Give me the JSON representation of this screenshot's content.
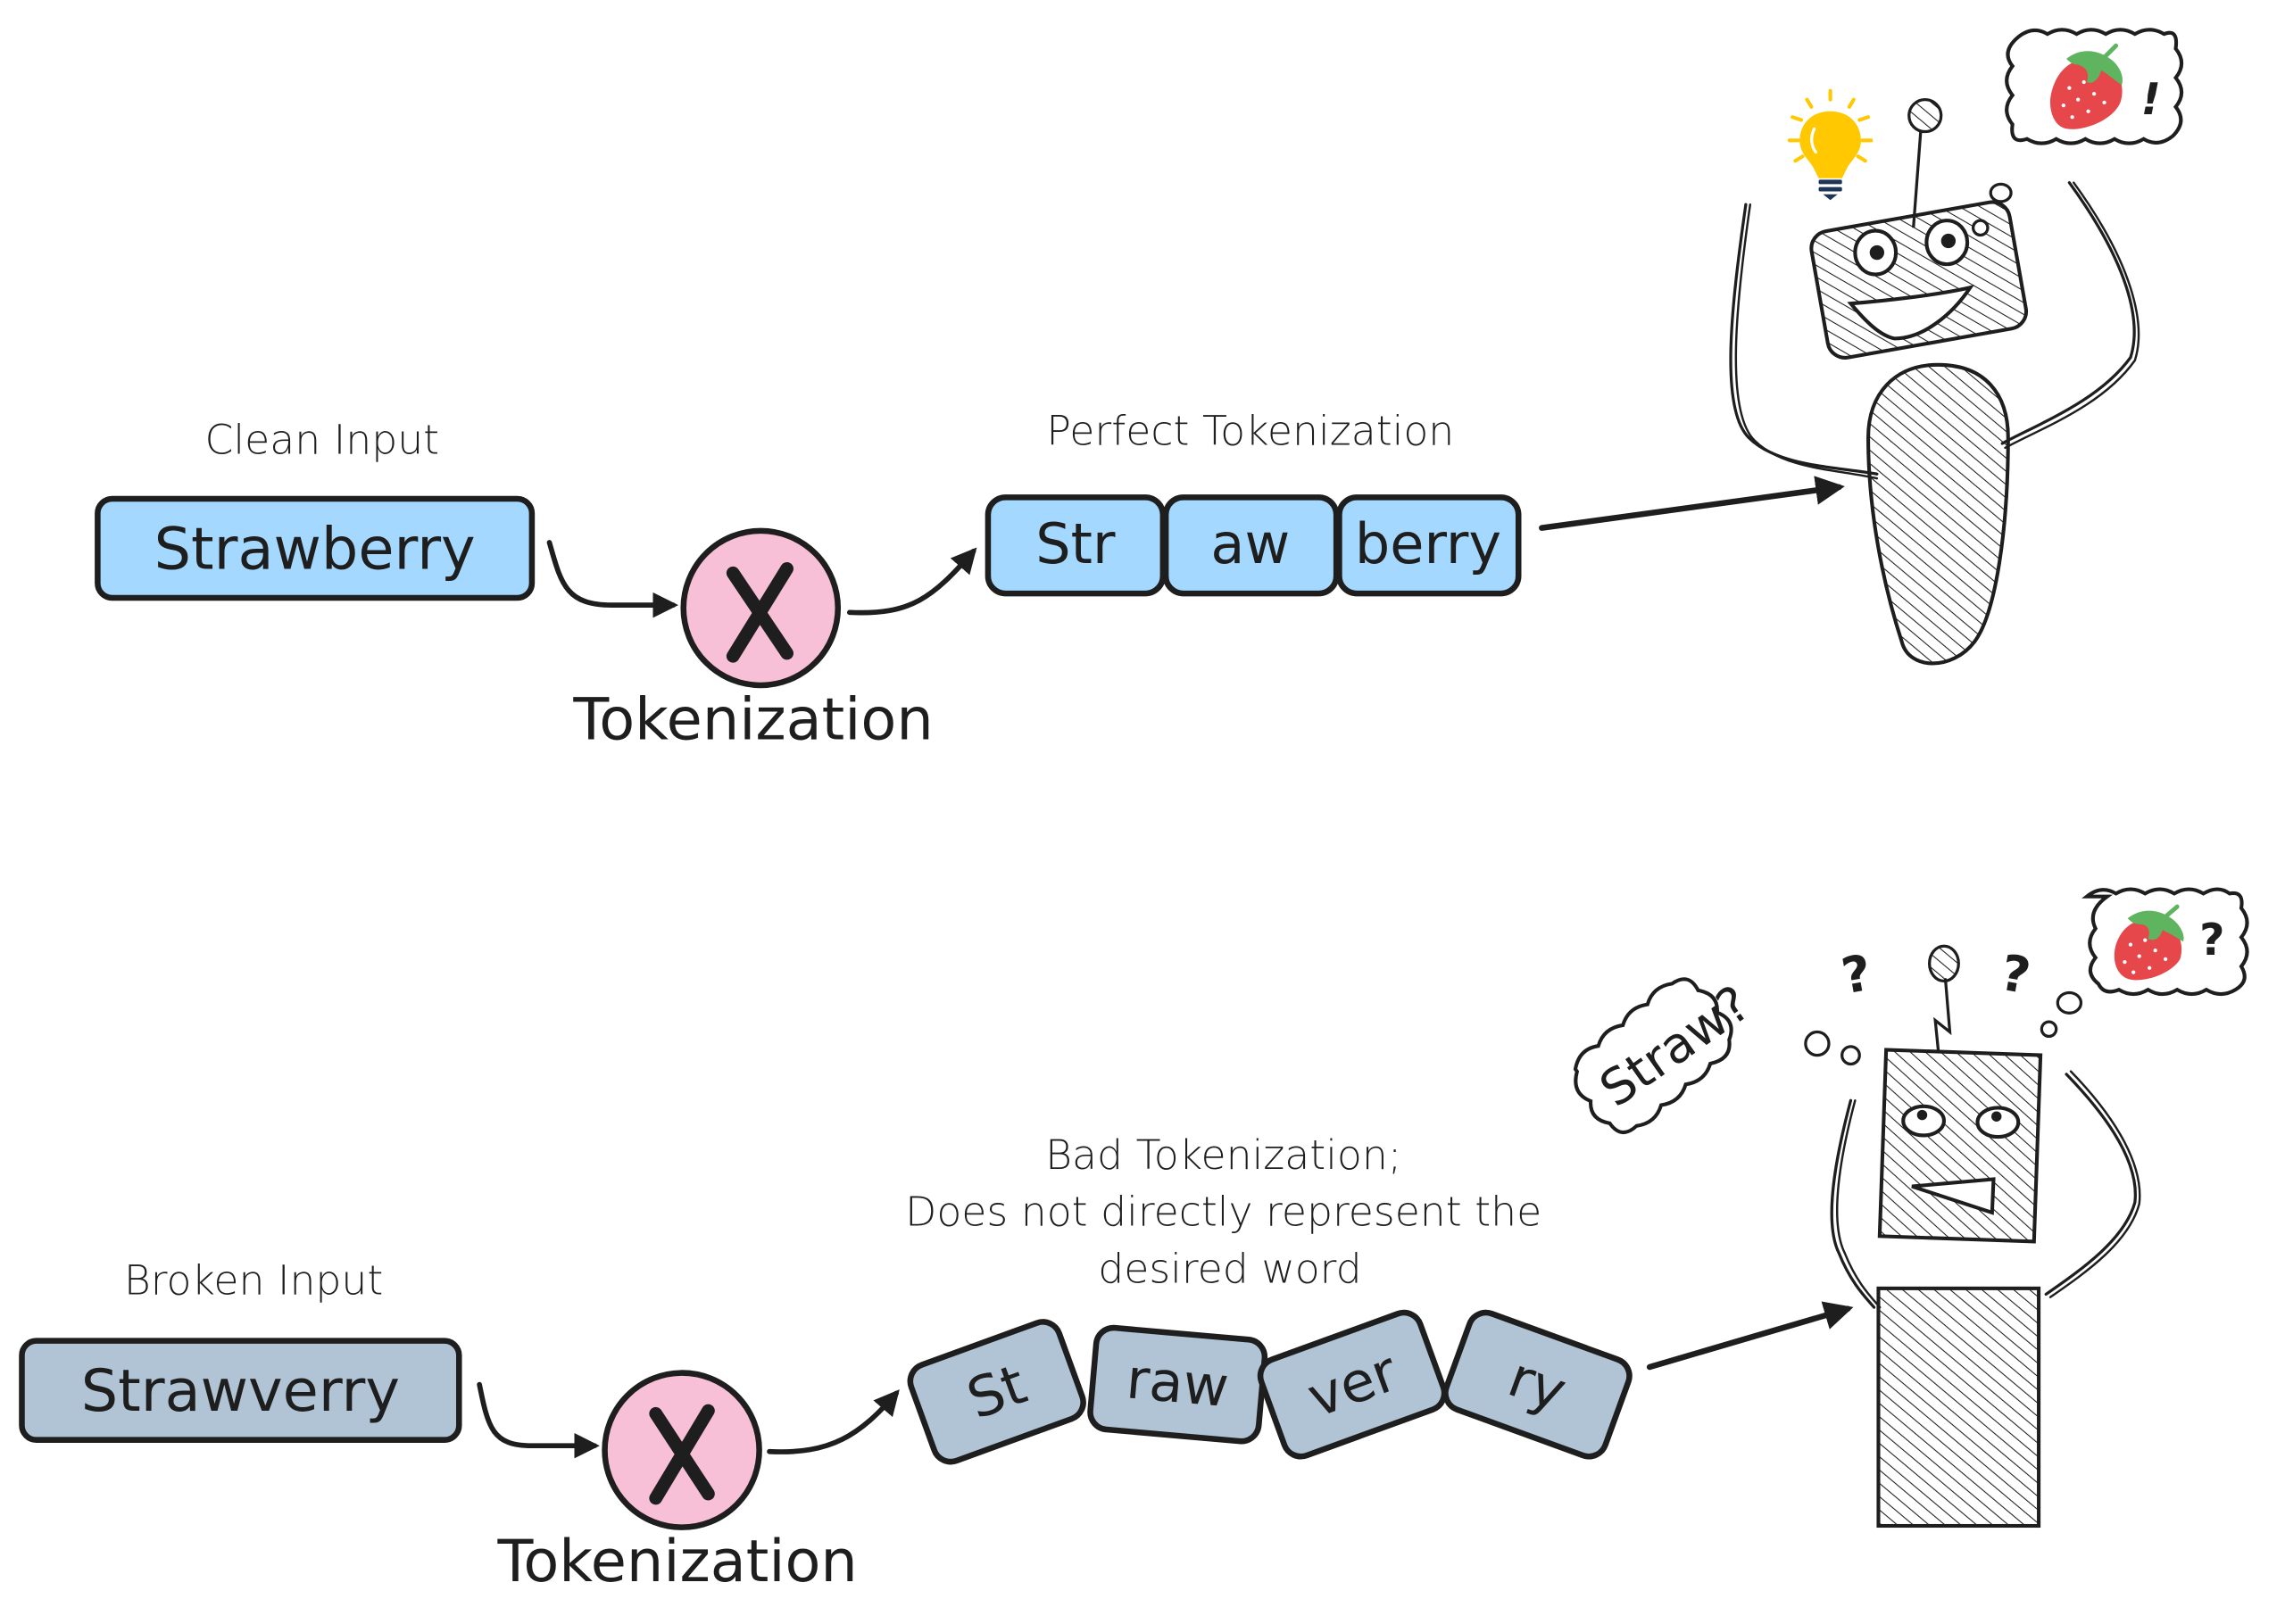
{
  "colors": {
    "clean_box": "#a5d8ff",
    "broken_box": "#b0c4d6",
    "tokenizer_circle": "#f8c0d6",
    "ink": "#1e1e1e",
    "bulb": "#ffc800",
    "bulb_base": "#1d3557",
    "strawberry": "#e5474b",
    "leaf": "#5fb55f"
  },
  "top": {
    "input_label": "Clean Input",
    "input_word": "Strawberry",
    "tokenizer_symbol": "X",
    "tokenizer_label": "Tokenization",
    "tokens_label": "Perfect Tokenization",
    "tokens": [
      "Str",
      "aw",
      "berry"
    ],
    "robot": {
      "mood": "happy",
      "idea_icon": "lightbulb-icon",
      "thought_icon": "strawberry-icon",
      "thought_mark": "!"
    }
  },
  "bottom": {
    "input_label": "Broken Input",
    "input_word": "Strawverry",
    "tokenizer_symbol": "X",
    "tokenizer_label": "Tokenization",
    "tokens_label_lines": [
      "Bad Tokenization;",
      "Does not directly represent the",
      "desired word"
    ],
    "tokens": [
      "St",
      "raw",
      "ver",
      "ry"
    ],
    "robot": {
      "mood": "confused",
      "side_thought": "Straw?",
      "question_marks": [
        "?",
        "?"
      ],
      "thought_icon": "strawberry-icon",
      "thought_mark": "?"
    }
  }
}
